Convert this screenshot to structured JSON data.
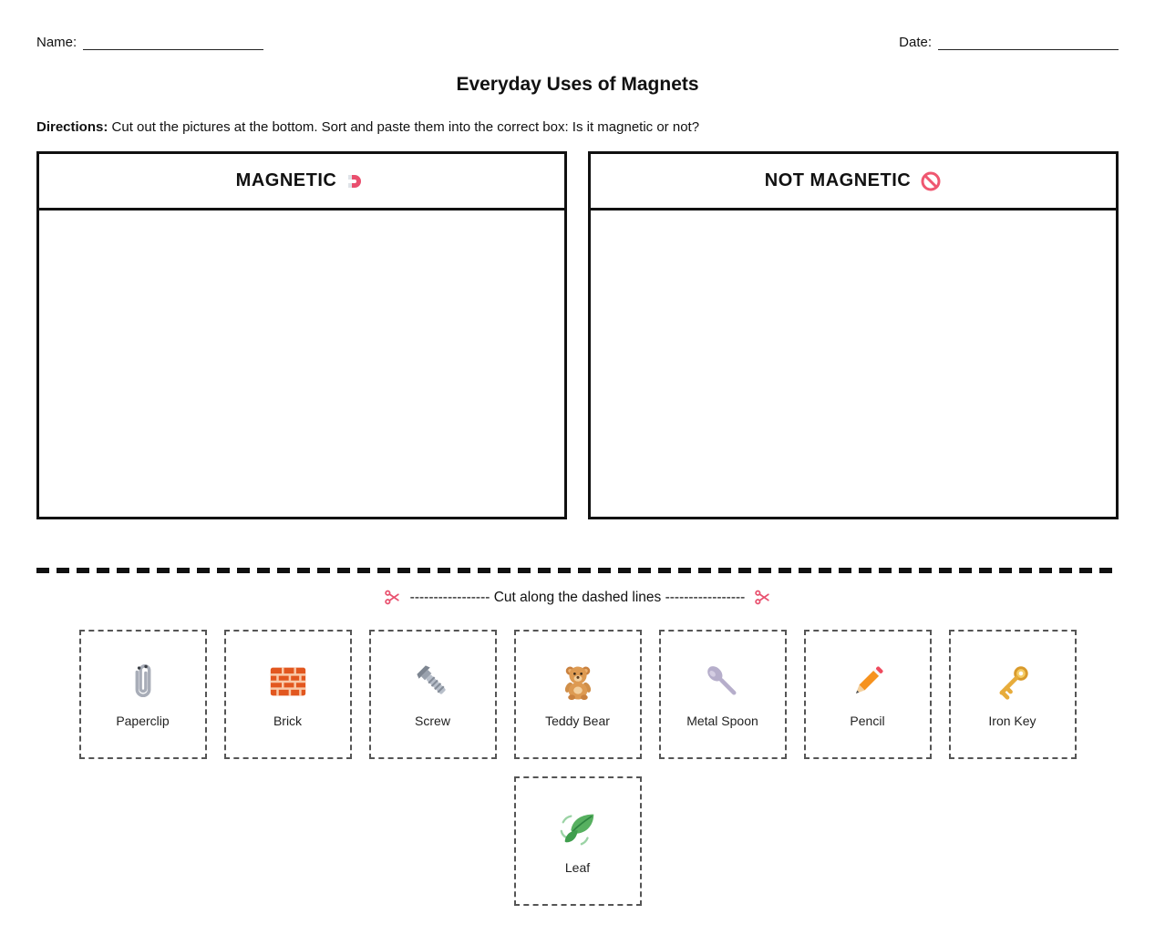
{
  "page": {
    "name_label": "Name:",
    "date_label": "Date:",
    "title": "Everyday Uses of Magnets",
    "directions_label": "Directions:",
    "directions_text": "Cut out the pictures at the bottom. Sort and paste them into the correct box: Is it magnetic or not?"
  },
  "boxes": {
    "magnetic": {
      "label": "MAGNETIC",
      "icon": "magnet-icon"
    },
    "not_magnetic": {
      "label": "NOT MAGNETIC",
      "icon": "prohibited-icon"
    }
  },
  "cut_line": {
    "caption": "----------------- Cut along the dashed lines -----------------",
    "icon": "scissors-icon"
  },
  "items": [
    {
      "label": "Paperclip",
      "icon": "paperclip-icon"
    },
    {
      "label": "Brick",
      "icon": "brick-icon"
    },
    {
      "label": "Screw",
      "icon": "screw-icon"
    },
    {
      "label": "Teddy Bear",
      "icon": "teddy-bear-icon"
    },
    {
      "label": "Metal Spoon",
      "icon": "metal-spoon-icon"
    },
    {
      "label": "Pencil",
      "icon": "pencil-icon"
    },
    {
      "label": "Iron Key",
      "icon": "iron-key-icon"
    },
    {
      "label": "Leaf",
      "icon": "leaf-icon"
    }
  ],
  "colors": {
    "accent_pink": "#e8506e",
    "border_black": "#111111"
  }
}
